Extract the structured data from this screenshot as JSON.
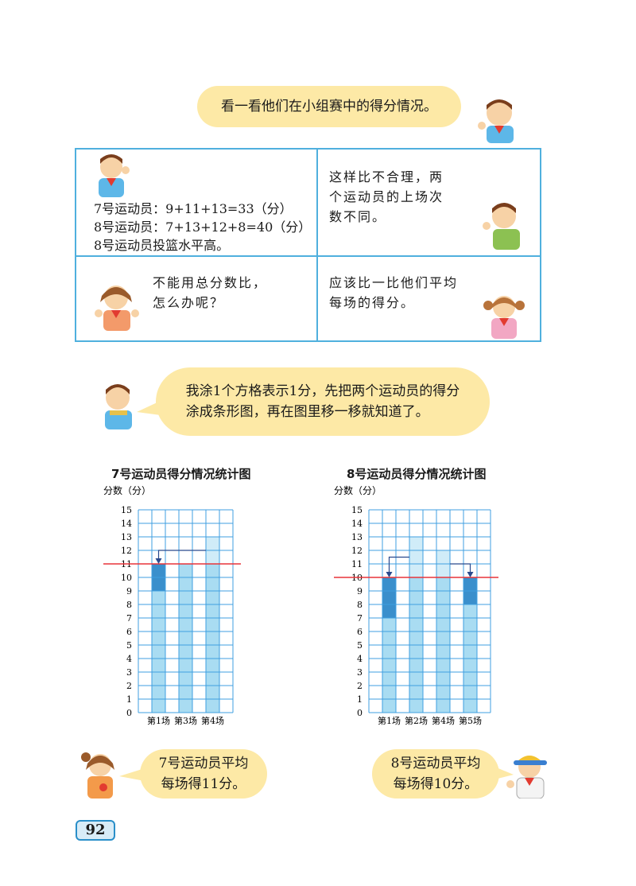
{
  "top_bubble": "看一看他们在小组赛中的得分情况。",
  "cells": {
    "tl": [
      "7号运动员：9+11+13=33（分）",
      "8号运动员：7+13+12+8=40（分）",
      "8号运动员投篮水平高。"
    ],
    "tr": [
      "这样比不合理，两",
      "个运动员的上场次",
      "数不同。"
    ],
    "bl": [
      "不能用总分数比，",
      "怎么办呢？"
    ],
    "br": [
      "应该比一比他们平均",
      "每场的得分。"
    ]
  },
  "mid_bubble": [
    "我涂1个方格表示1分，先把两个运动员的得分",
    "涂成条形图，再在图里移一移就知道了。"
  ],
  "bottom_bubbles": {
    "left": [
      "7号运动员平均",
      "每场得11分。"
    ],
    "right": [
      "8号运动员平均",
      "每场得10分。"
    ]
  },
  "page_number": "92",
  "chart_data": [
    {
      "type": "bar",
      "title": "7号运动员得分情况统计图",
      "ylabel": "分数（分）",
      "categories": [
        "第1场",
        "第3场",
        "第4场"
      ],
      "values": [
        9,
        11,
        13
      ],
      "after_move": [
        11,
        11,
        11
      ],
      "average": 11,
      "ylim": [
        0,
        15
      ],
      "yticks": [
        "0",
        "1",
        "2",
        "3",
        "4",
        "5",
        "6",
        "7",
        "8",
        "9",
        "10",
        "11",
        "12",
        "13",
        "14",
        "15"
      ],
      "colors": {
        "bar": "#a9dcf2",
        "moved": "#3a8fcc",
        "grid": "#3f9fe0",
        "avg_line": "#e8343a",
        "arrow": "#2a4a8e"
      }
    },
    {
      "type": "bar",
      "title": "8号运动员得分情况统计图",
      "ylabel": "分数（分）",
      "categories": [
        "第1场",
        "第2场",
        "第4场",
        "第5场"
      ],
      "values": [
        7,
        13,
        12,
        8
      ],
      "after_move": [
        10,
        10,
        10,
        10
      ],
      "average": 10,
      "ylim": [
        0,
        15
      ],
      "yticks": [
        "0",
        "1",
        "2",
        "3",
        "4",
        "5",
        "6",
        "7",
        "8",
        "9",
        "10",
        "11",
        "12",
        "13",
        "14",
        "15"
      ],
      "colors": {
        "bar": "#a9dcf2",
        "moved": "#3a8fcc",
        "grid": "#3f9fe0",
        "avg_line": "#e8343a",
        "arrow": "#2a4a8e"
      }
    }
  ]
}
